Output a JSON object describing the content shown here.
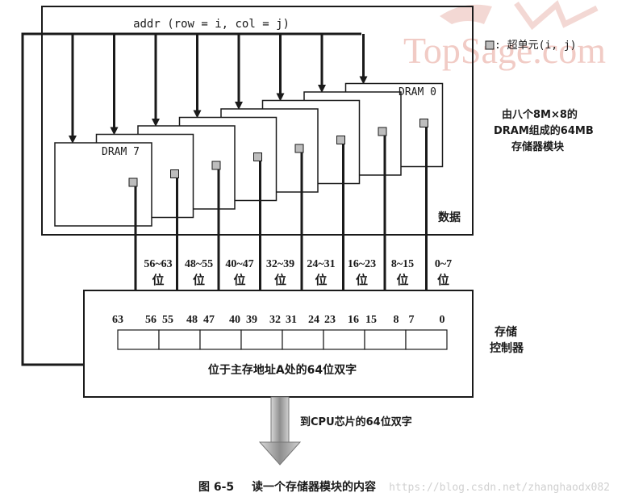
{
  "watermark": {
    "brand": "TopSage.com",
    "url": "https://blog.csdn.net/zhanghaodx082"
  },
  "module": {
    "addr_label": "addr (row = i, col = j)",
    "data_label": "数据",
    "chip_first_label": "DRAM 0",
    "chip_last_label": "DRAM 7",
    "chip_count": 8
  },
  "legend": {
    "text": ": 超单元(i, j)"
  },
  "description": {
    "lines": [
      "由八个8M×8的",
      "DRAM组成的64MB",
      "存储器模块"
    ]
  },
  "bit_ranges": [
    {
      "range": "56~63",
      "unit": "位"
    },
    {
      "range": "48~55",
      "unit": "位"
    },
    {
      "range": "40~47",
      "unit": "位"
    },
    {
      "range": "32~39",
      "unit": "位"
    },
    {
      "range": "24~31",
      "unit": "位"
    },
    {
      "range": "16~23",
      "unit": "位"
    },
    {
      "range": "8~15",
      "unit": "位"
    },
    {
      "range": "0~7",
      "unit": "位"
    }
  ],
  "controller": {
    "label_lines": [
      "存储",
      "控制器"
    ],
    "bit_numbers": [
      "63",
      "56",
      "55",
      "48",
      "47",
      "40",
      "39",
      "32",
      "31",
      "24",
      "23",
      "16",
      "15",
      "8",
      "7",
      "0"
    ],
    "word_label": "位于主存地址A处的64位双字"
  },
  "output": {
    "label": "到CPU芯片的64位双字"
  },
  "caption": {
    "figure_no": "图 6-5",
    "title": "读一个存储器模块的内容"
  }
}
